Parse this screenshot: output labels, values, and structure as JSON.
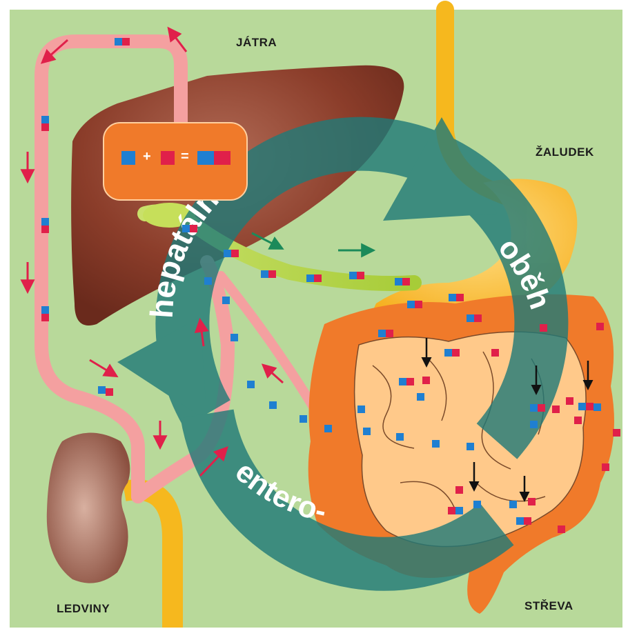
{
  "labels": {
    "liver": "JÁTRA",
    "stomach": "ŽALUDEK",
    "kidneys": "LEDVINY",
    "intestines": "STŘEVA"
  },
  "cycle": {
    "word_hepatalni": "hepatální",
    "word_obeh": "oběh",
    "word_entero": "entero-"
  },
  "equation": {
    "plus": "+",
    "equals": "="
  },
  "colors": {
    "background": "#b8d99a",
    "liver": "#8b3d2a",
    "blood_vessel": "#f4a0a0",
    "bile_duct": "#a9cf3c",
    "intestine_outer": "#f07a2a",
    "intestine_inner": "#ffc98a",
    "cycle_arrow": "#1f7a78",
    "molecule_blue": "#1f7fd1",
    "molecule_red": "#e0204a",
    "kidney": "#8b5040",
    "ureter": "#f5b800"
  },
  "icons": [
    "blue-molecule-icon",
    "red-molecule-icon",
    "conjugate-molecule-icon",
    "red-arrow-icon",
    "green-arrow-icon",
    "black-arrow-icon"
  ]
}
